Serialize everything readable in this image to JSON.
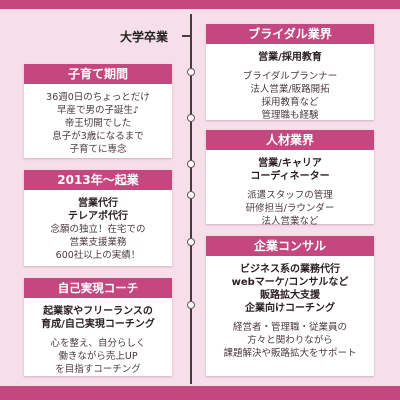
{
  "start_label": "大学卒業",
  "left_cards": [
    {
      "title": "子育て期間",
      "bold_lines": [],
      "text_lines": [
        "36週0日のちょっとだけ",
        "早産で男の子誕生♪",
        "帝王切開でした",
        "息子が3歳になるまで",
        "子育てに専念"
      ]
    },
    {
      "title": "2013年〜起業",
      "bold_lines": [
        "営業代行",
        "テレアポ代行"
      ],
      "text_lines": [
        "念願の独立！在宅での",
        "営業支援業務",
        "600社以上の実績！"
      ]
    },
    {
      "title": "自己実現コーチ",
      "bold_lines": [
        "起業家やフリーランスの",
        "育成/自己実現コーチング"
      ],
      "text_lines": [
        "心を整え、自分らしく",
        "働きながら売上UP",
        "を目指すコーチング"
      ]
    }
  ],
  "right_cards": [
    {
      "title": "ブライダル業界",
      "bold_lines": [
        "営業/採用教育"
      ],
      "text_lines": [
        "ブライダルプランナー",
        "法人営業/販路開拓",
        "採用教育など",
        "管理職も経験"
      ]
    },
    {
      "title": "人材業界",
      "bold_lines": [
        "営業/キャリア",
        "コーディネーター"
      ],
      "text_lines": [
        "派遣スタッフの管理",
        "研修担当/ラウンダー",
        "法人営業など"
      ]
    },
    {
      "title": "企業コンサル",
      "bold_lines": [
        "ビジネス系の業務代行",
        "webマーケ/コンサルなど",
        "販路拡大支援",
        "企業向けコーチング"
      ],
      "text_lines": [
        "経営者・管理職・従業員の",
        "方々と関わりながら",
        "課題解決や販路拡大をサポート"
      ]
    }
  ],
  "colors": {
    "accent": "#c4477f",
    "background": "#f6dfe9",
    "card": "#ffffff"
  }
}
